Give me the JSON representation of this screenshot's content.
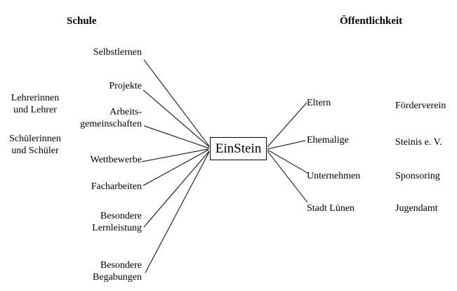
{
  "page": {
    "background": "#ffffff",
    "line_color": "#000000",
    "text_color": "#000000"
  },
  "headers": {
    "left": "Schule",
    "right": "Öffentlichkeit"
  },
  "center": {
    "label": "EinStein"
  },
  "left_outer": [
    {
      "line1": "Lehrerinnen",
      "line2": "und Lehrer"
    },
    {
      "line1": "Schülerinnen",
      "line2": "und Schüler"
    }
  ],
  "left_nodes": [
    {
      "label": "Selbstlernen"
    },
    {
      "label": "Projekte"
    },
    {
      "line1": "Arbeits-",
      "line2": "gemeinschaften"
    },
    {
      "label": "Wettbewerbe"
    },
    {
      "label": "Facharbeiten"
    },
    {
      "line1": "Besondere",
      "line2": "Lernleistung"
    },
    {
      "line1": "Besondere",
      "line2": "Begabungen"
    }
  ],
  "right_nodes": [
    {
      "label": "Eltern"
    },
    {
      "label": "Ehemalige"
    },
    {
      "label": "Unternehmen"
    },
    {
      "label": "Stadt Lünen"
    }
  ],
  "right_outer": [
    {
      "label": "Förderverein"
    },
    {
      "label": "Steinis e. V."
    },
    {
      "label": "Sponsoring"
    },
    {
      "label": "Jugendamt"
    }
  ]
}
